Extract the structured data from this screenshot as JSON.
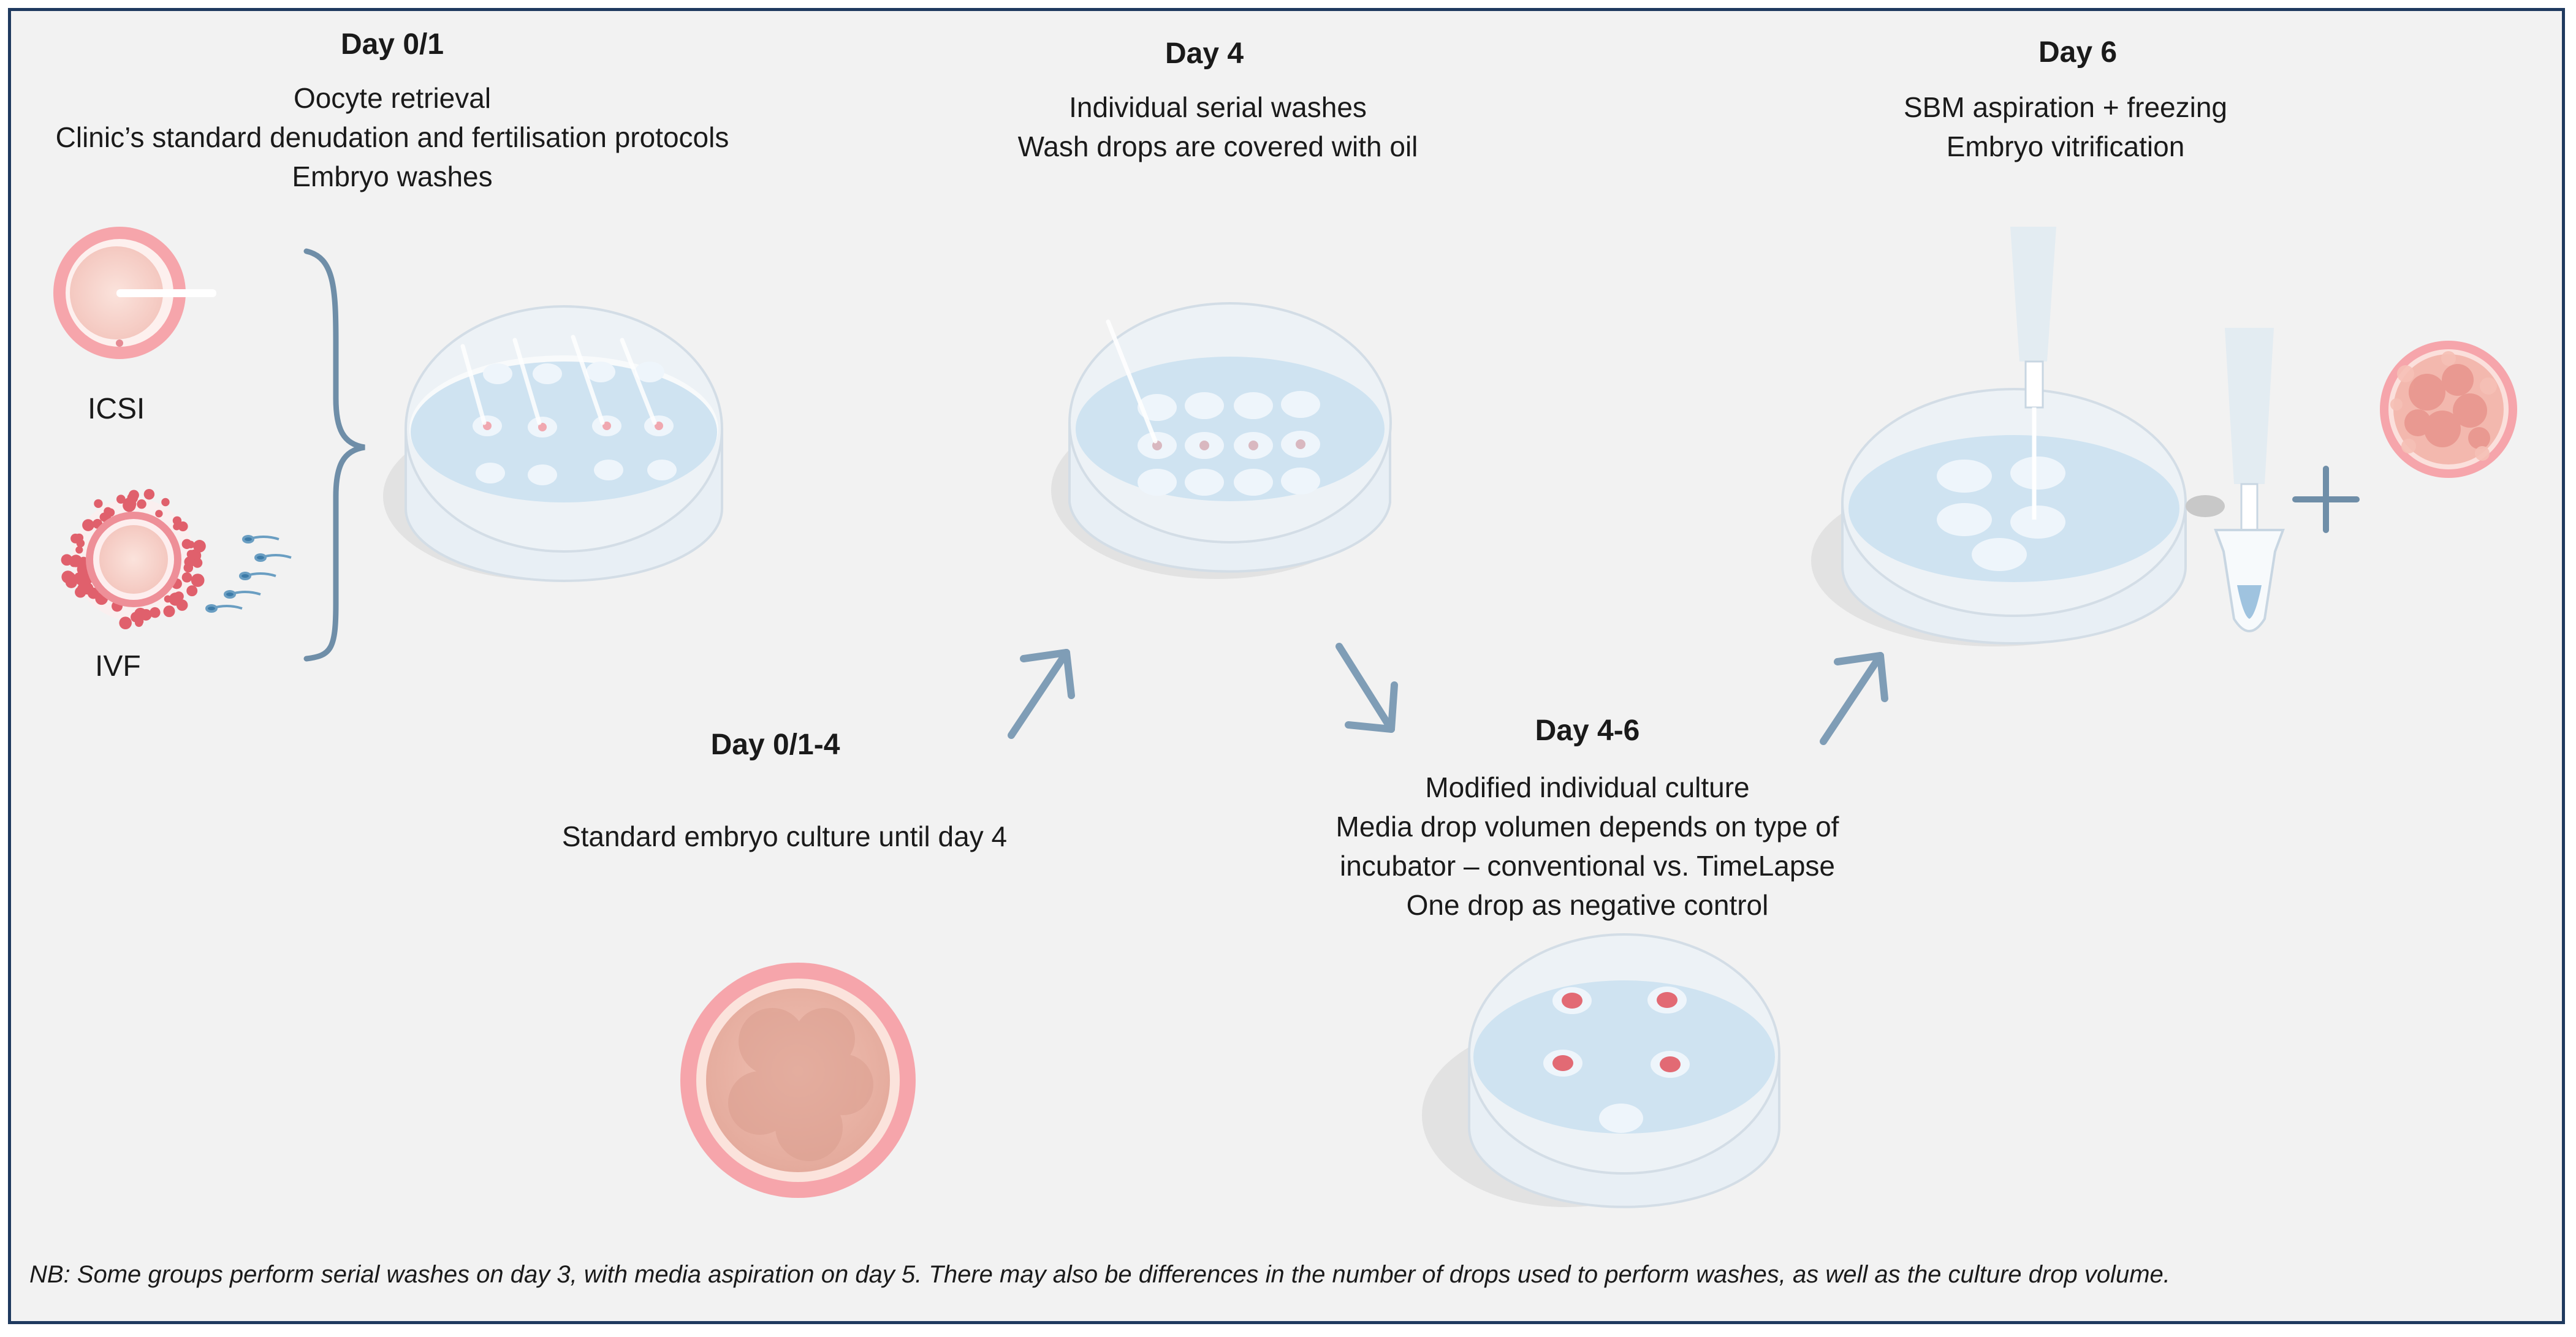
{
  "steps": {
    "day01": {
      "title": "Day 0/1",
      "lines": [
        "Oocyte retrieval",
        "Clinic’s standard denudation and fertilisation protocols",
        "Embryo washes"
      ],
      "icsi_label": "ICSI",
      "ivf_label": "IVF"
    },
    "day4": {
      "title": "Day 4",
      "lines": [
        "Individual serial washes",
        "Wash drops are covered with oil"
      ]
    },
    "day6": {
      "title": "Day 6",
      "lines": [
        "SBM aspiration + freezing",
        "Embryo vitrification"
      ]
    },
    "day014": {
      "title": "Day 0/1-4",
      "lines": [
        "Standard embryo culture until day  4"
      ]
    },
    "day46": {
      "title": "Day 4-6",
      "lines": [
        "Modified individual culture",
        "Media drop volumen depends on type of",
        "incubator – conventional vs. TimeLapse",
        "One drop as negative control"
      ]
    }
  },
  "footnote": "NB: Some groups perform serial washes on day 3, with media aspiration on day 5. There may also be differences in the number of drops used to perform washes, as well as the culture drop volume.",
  "colors": {
    "frame": "#1f3a5f",
    "background": "#f2f2f2",
    "arrow": "#7f9db6",
    "bracket": "#6f8ea8",
    "dish_media": "#cfe3f1",
    "cell_pink": "#f2a0a6",
    "drop_red": "#e26a74"
  },
  "icons": [
    "oocyte-icon",
    "sperm-icon",
    "petri-dish-icon",
    "pipette-icon",
    "cryo-tube-icon",
    "blastocyst-icon",
    "arrow-icon",
    "bracket-icon",
    "plus-icon"
  ]
}
